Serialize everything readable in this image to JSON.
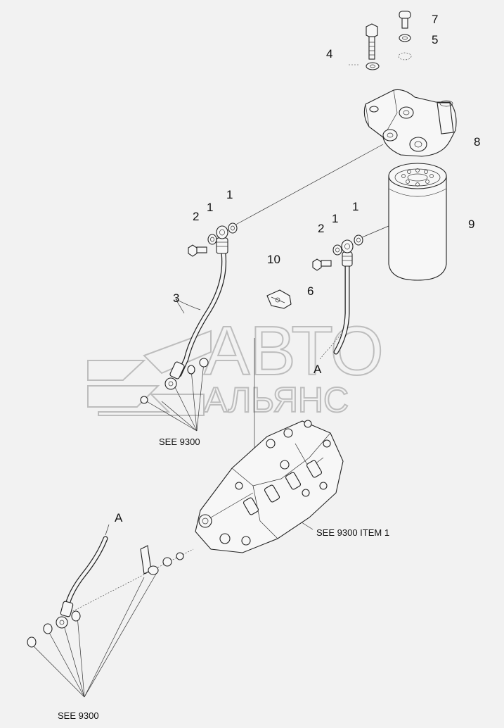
{
  "labels": {
    "p7": "7",
    "p5": "5",
    "p4": "4",
    "p8": "8",
    "p9": "9",
    "p1a": "1",
    "p1b": "1",
    "p2a": "2",
    "p1c": "1",
    "p1d": "1",
    "p2b": "2",
    "p10": "10",
    "p6": "6",
    "p3": "3",
    "arrowA1": "A",
    "arrowA2": "A",
    "see1": "SEE 9300",
    "see2": "SEE 9300 ITEM 1",
    "see3": "SEE 9300"
  },
  "watermark": {
    "line1": "АВТО",
    "line2": "АЛЬЯНС"
  }
}
